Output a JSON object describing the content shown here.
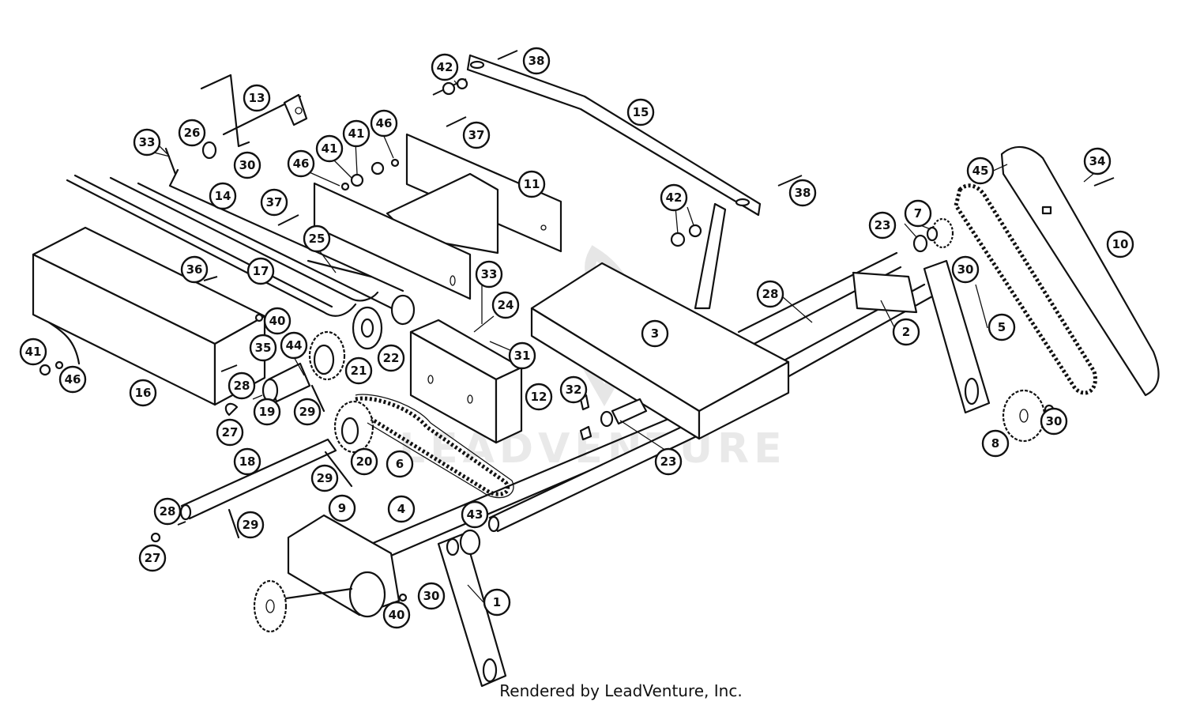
{
  "watermark": {
    "brand_text": "LEADVENTURE"
  },
  "footer": {
    "text": "Rendered by LeadVenture, Inc."
  },
  "callouts": [
    {
      "id": "c1",
      "label": "1"
    },
    {
      "id": "c2",
      "label": "2"
    },
    {
      "id": "c3",
      "label": "3"
    },
    {
      "id": "c4",
      "label": "4"
    },
    {
      "id": "c5",
      "label": "5"
    },
    {
      "id": "c6",
      "label": "6"
    },
    {
      "id": "c7",
      "label": "7"
    },
    {
      "id": "c8",
      "label": "8"
    },
    {
      "id": "c9",
      "label": "9"
    },
    {
      "id": "c10",
      "label": "10"
    },
    {
      "id": "c11",
      "label": "11"
    },
    {
      "id": "c12",
      "label": "12"
    },
    {
      "id": "c13",
      "label": "13"
    },
    {
      "id": "c14",
      "label": "14"
    },
    {
      "id": "c15",
      "label": "15"
    },
    {
      "id": "c16",
      "label": "16"
    },
    {
      "id": "c17",
      "label": "17"
    },
    {
      "id": "c18",
      "label": "18"
    },
    {
      "id": "c19",
      "label": "19"
    },
    {
      "id": "c20",
      "label": "20"
    },
    {
      "id": "c21",
      "label": "21"
    },
    {
      "id": "c22",
      "label": "22"
    },
    {
      "id": "c23a",
      "label": "23"
    },
    {
      "id": "c23b",
      "label": "23"
    },
    {
      "id": "c24",
      "label": "24"
    },
    {
      "id": "c25",
      "label": "25"
    },
    {
      "id": "c26",
      "label": "26"
    },
    {
      "id": "c27a",
      "label": "27"
    },
    {
      "id": "c27b",
      "label": "27"
    },
    {
      "id": "c28a",
      "label": "28"
    },
    {
      "id": "c28b",
      "label": "28"
    },
    {
      "id": "c28c",
      "label": "28"
    },
    {
      "id": "c29a",
      "label": "29"
    },
    {
      "id": "c29b",
      "label": "29"
    },
    {
      "id": "c29c",
      "label": "29"
    },
    {
      "id": "c30a",
      "label": "30"
    },
    {
      "id": "c30b",
      "label": "30"
    },
    {
      "id": "c30c",
      "label": "30"
    },
    {
      "id": "c30d",
      "label": "30"
    },
    {
      "id": "c31",
      "label": "31"
    },
    {
      "id": "c32",
      "label": "32"
    },
    {
      "id": "c33a",
      "label": "33"
    },
    {
      "id": "c33b",
      "label": "33"
    },
    {
      "id": "c34",
      "label": "34"
    },
    {
      "id": "c35",
      "label": "35"
    },
    {
      "id": "c36",
      "label": "36"
    },
    {
      "id": "c37a",
      "label": "37"
    },
    {
      "id": "c37b",
      "label": "37"
    },
    {
      "id": "c38a",
      "label": "38"
    },
    {
      "id": "c38b",
      "label": "38"
    },
    {
      "id": "c40a",
      "label": "40"
    },
    {
      "id": "c40b",
      "label": "40"
    },
    {
      "id": "c41a",
      "label": "41"
    },
    {
      "id": "c41b",
      "label": "41"
    },
    {
      "id": "c41c",
      "label": "41"
    },
    {
      "id": "c42a",
      "label": "42"
    },
    {
      "id": "c42b",
      "label": "42"
    },
    {
      "id": "c43",
      "label": "43"
    },
    {
      "id": "c44",
      "label": "44"
    },
    {
      "id": "c45",
      "label": "45"
    },
    {
      "id": "c46a",
      "label": "46"
    },
    {
      "id": "c46b",
      "label": "46"
    },
    {
      "id": "c46c",
      "label": "46"
    }
  ]
}
